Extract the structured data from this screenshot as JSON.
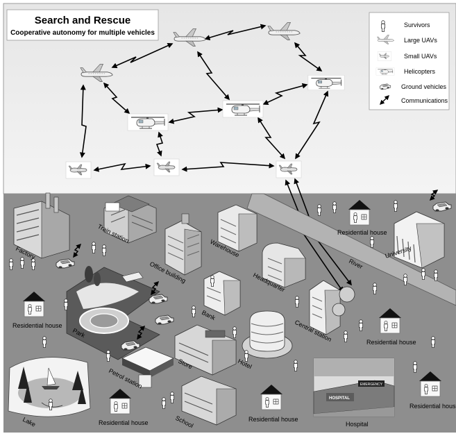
{
  "header": {
    "title": "Search and Rescue",
    "subtitle": "Cooperative autonomy for multiple vehicles"
  },
  "legend": {
    "items": [
      {
        "icon": "survivor-icon",
        "label": "Survivors"
      },
      {
        "icon": "large-uav-icon",
        "label": "Large UAVs"
      },
      {
        "icon": "small-uav-icon",
        "label": "Small UAVs"
      },
      {
        "icon": "helicopter-icon",
        "label": "Helicopters"
      },
      {
        "icon": "ground-vehicle-icon",
        "label": "Ground vehicles"
      },
      {
        "icon": "communications-icon",
        "label": "Communications"
      }
    ]
  },
  "places": {
    "factory": "Factory",
    "train_station": "Train station",
    "office_building": "Office building",
    "warehouse": "Warehouse",
    "headquarter": "Headquarter",
    "residential_house": "Residential house",
    "river": "River",
    "university": "University",
    "park": "Park",
    "bank": "Bank",
    "central_station": "Central station",
    "store": "Store",
    "hotel": "Hotel",
    "petrol_station": "Petrol station",
    "lake": "Lake",
    "school": "School",
    "hospital": "Hospital",
    "hospital_sign": "HOSPITAL",
    "emergency_sign": "EMERGENCY"
  },
  "colors": {
    "sky": "#e8e8e8",
    "ground": "#8e8e8e",
    "link": "#000000"
  }
}
